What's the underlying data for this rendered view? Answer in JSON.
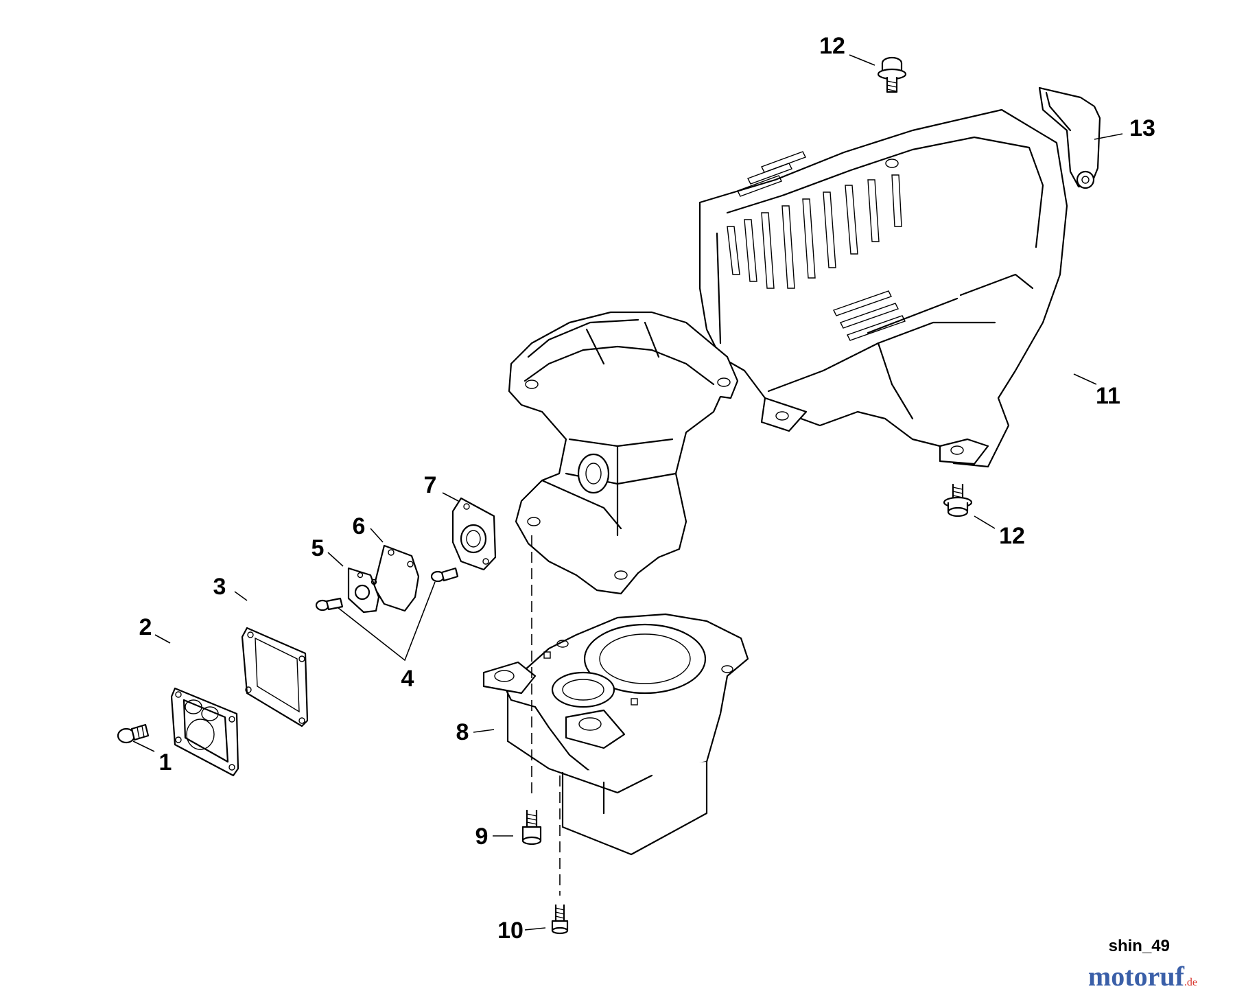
{
  "diagram": {
    "callouts": [
      {
        "key": "c1",
        "text": "1"
      },
      {
        "key": "c2",
        "text": "2"
      },
      {
        "key": "c3",
        "text": "3"
      },
      {
        "key": "c4",
        "text": "4"
      },
      {
        "key": "c5",
        "text": "5"
      },
      {
        "key": "c6",
        "text": "6"
      },
      {
        "key": "c7",
        "text": "7"
      },
      {
        "key": "c8",
        "text": "8"
      },
      {
        "key": "c9",
        "text": "9"
      },
      {
        "key": "c10",
        "text": "10"
      },
      {
        "key": "c11",
        "text": "11"
      },
      {
        "key": "c12a",
        "text": "12"
      },
      {
        "key": "c12b",
        "text": "12"
      },
      {
        "key": "c13",
        "text": "13"
      }
    ],
    "diagram_id": "shin_49",
    "watermark": {
      "brand": "motoruf",
      "suffix": ".de",
      "brand_color": "#3a5fa8",
      "accent_color": "#d8342c"
    }
  }
}
